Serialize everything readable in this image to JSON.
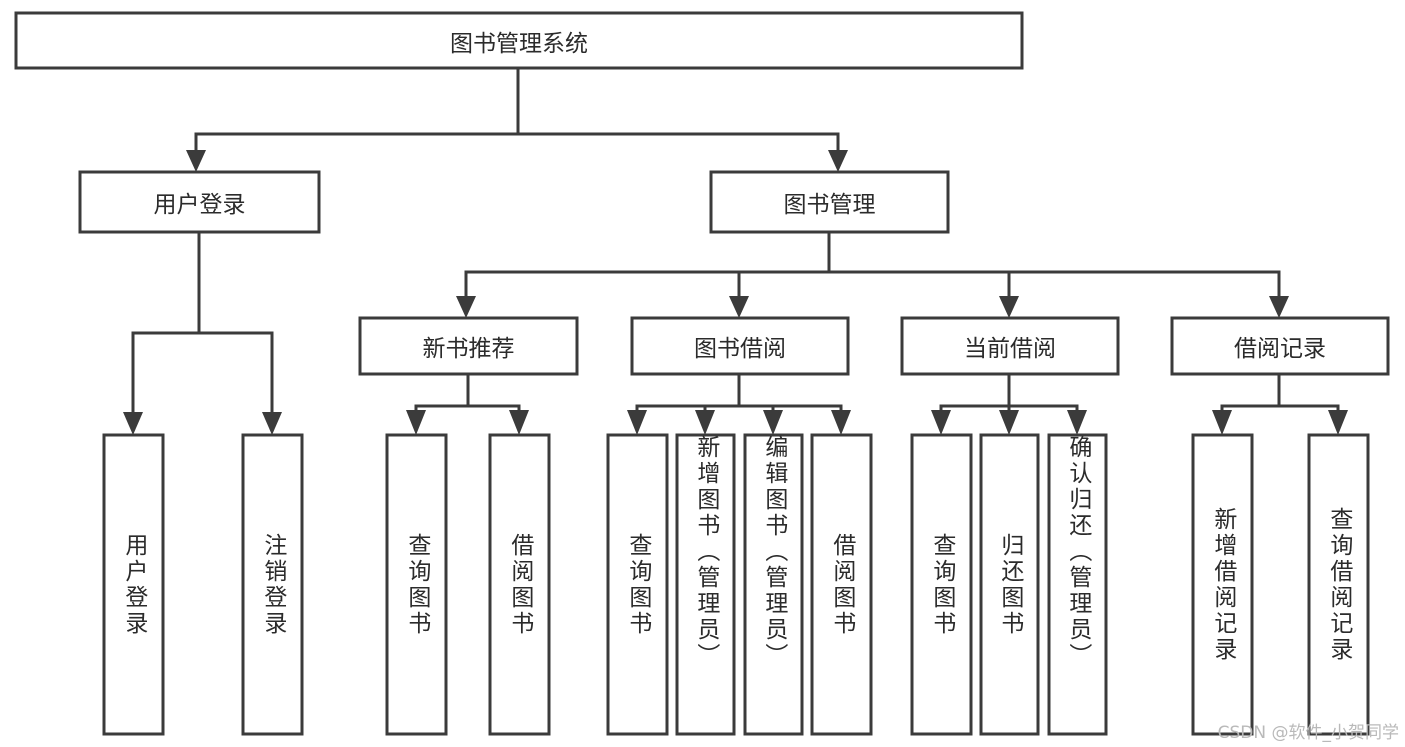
{
  "diagram": {
    "title": "图书管理系统",
    "type": "tree-hierarchy-chart",
    "watermark": "CSDN @软件_小贺同学",
    "colors": {
      "stroke": "#3b3b3b",
      "box_fill": "#ffffff",
      "text": "#2b2b2b",
      "background": "#ffffff",
      "watermark": "#b9b9b9"
    },
    "root": {
      "label": "图书管理系统"
    },
    "level1": [
      {
        "label": "用户登录"
      },
      {
        "label": "图书管理"
      }
    ],
    "level2": [
      {
        "label": "新书推荐"
      },
      {
        "label": "图书借阅"
      },
      {
        "label": "当前借阅"
      },
      {
        "label": "借阅记录"
      }
    ],
    "leaves": {
      "user_login": [
        {
          "label": "用户登录"
        },
        {
          "label": "注销登录"
        }
      ],
      "new_book_recommend": [
        {
          "label": "查询图书"
        },
        {
          "label": "借阅图书"
        }
      ],
      "book_borrow": [
        {
          "label": "查询图书"
        },
        {
          "label": "新增图书（管理员）"
        },
        {
          "label": "编辑图书（管理员）"
        },
        {
          "label": "借阅图书"
        }
      ],
      "current_borrow": [
        {
          "label": "查询图书"
        },
        {
          "label": "归还图书"
        },
        {
          "label": "确认归还（管理员）"
        }
      ],
      "borrow_records": [
        {
          "label": "新增借阅记录"
        },
        {
          "label": "查询借阅记录"
        }
      ]
    }
  },
  "chart_data": {
    "type": "table",
    "title": "图书管理系统 功能结构树",
    "nodes": [
      {
        "id": "root",
        "label": "图书管理系统",
        "level": 0,
        "parent": null
      },
      {
        "id": "l1-0",
        "label": "用户登录",
        "level": 1,
        "parent": "root"
      },
      {
        "id": "l1-1",
        "label": "图书管理",
        "level": 1,
        "parent": "root"
      },
      {
        "id": "l2-0",
        "label": "新书推荐",
        "level": 2,
        "parent": "l1-1"
      },
      {
        "id": "l2-1",
        "label": "图书借阅",
        "level": 2,
        "parent": "l1-1"
      },
      {
        "id": "l2-2",
        "label": "当前借阅",
        "level": 2,
        "parent": "l1-1"
      },
      {
        "id": "l2-3",
        "label": "借阅记录",
        "level": 2,
        "parent": "l1-1"
      },
      {
        "id": "l3-0",
        "label": "用户登录",
        "level": 3,
        "parent": "l1-0"
      },
      {
        "id": "l3-1",
        "label": "注销登录",
        "level": 3,
        "parent": "l1-0"
      },
      {
        "id": "l3-2",
        "label": "查询图书",
        "level": 3,
        "parent": "l2-0"
      },
      {
        "id": "l3-3",
        "label": "借阅图书",
        "level": 3,
        "parent": "l2-0"
      },
      {
        "id": "l3-4",
        "label": "查询图书",
        "level": 3,
        "parent": "l2-1"
      },
      {
        "id": "l3-5",
        "label": "新增图书（管理员）",
        "level": 3,
        "parent": "l2-1"
      },
      {
        "id": "l3-6",
        "label": "编辑图书（管理员）",
        "level": 3,
        "parent": "l2-1"
      },
      {
        "id": "l3-7",
        "label": "借阅图书",
        "level": 3,
        "parent": "l2-1"
      },
      {
        "id": "l3-8",
        "label": "查询图书",
        "level": 3,
        "parent": "l2-2"
      },
      {
        "id": "l3-9",
        "label": "归还图书",
        "level": 3,
        "parent": "l2-2"
      },
      {
        "id": "l3-10",
        "label": "确认归还（管理员）",
        "level": 3,
        "parent": "l2-2"
      },
      {
        "id": "l3-11",
        "label": "新增借阅记录",
        "level": 3,
        "parent": "l2-3"
      },
      {
        "id": "l3-12",
        "label": "查询借阅记录",
        "level": 3,
        "parent": "l2-3"
      }
    ]
  }
}
